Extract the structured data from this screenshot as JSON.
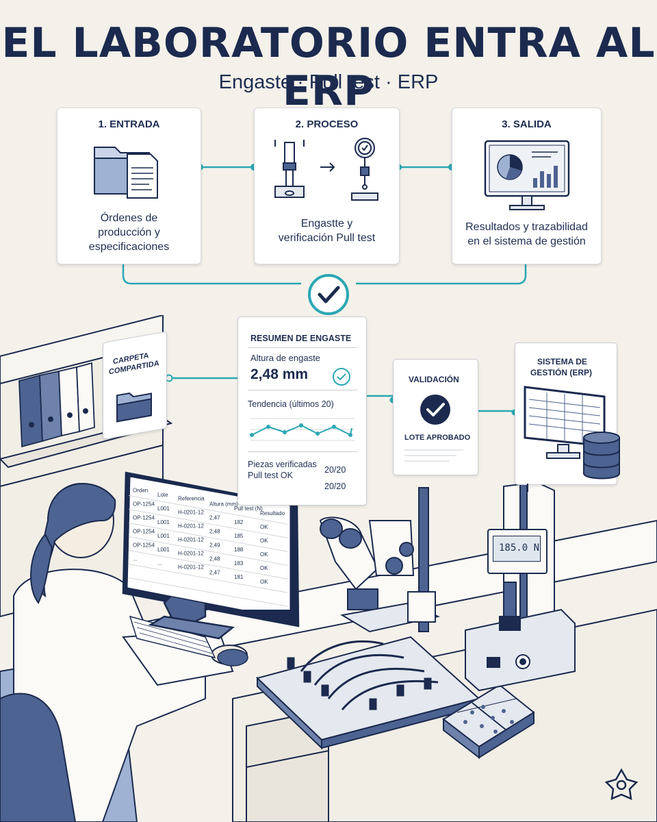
{
  "header": {
    "title": "EL LABORATORIO ENTRA AL ERP",
    "subtitle": "Engaste · Pull test · ERP"
  },
  "steps": [
    {
      "title": "1. ENTRADA",
      "lines": [
        "Órdenes de",
        "producción y",
        "especificaciones"
      ],
      "icon": "folder-document-icon"
    },
    {
      "title": "2. PROCESO",
      "lines": [
        "Engastte y",
        "verificación Pull test"
      ],
      "icon": "crimp-pull-test-icon"
    },
    {
      "title": "3. SALIDA",
      "lines": [
        "Resultados y trazabilidad",
        "en el sistema de gestión"
      ],
      "icon": "monitor-charts-icon"
    }
  ],
  "folder_card": {
    "title_line1": "CARPETA",
    "title_line2": "COMPARTIDA",
    "icon": "folder-icon"
  },
  "summary": {
    "title": "RESUMEN DE ENGASTE",
    "height_label": "Altura de engaste",
    "height_value": "2,48 mm",
    "trend_label": "Tendencia (últimos 20)",
    "pieces_label": "Piezas verificadas",
    "pieces_value": "20/20",
    "pull_label": "Pull test OK",
    "pull_value": "20/20"
  },
  "validation": {
    "title": "VALIDACIÓN",
    "status": "LOTE APROBADO",
    "icon": "check-circle-icon"
  },
  "erp": {
    "title_line1": "SISTEMA DE",
    "title_line2": "GESTIÓN (ERP)",
    "icon": "database-icon"
  },
  "gauge": {
    "reading": "185.0 N"
  },
  "table": {
    "columns": [
      "Orden",
      "Lote",
      "Referencia",
      "Altura (mm)",
      "Pull test (N)",
      "Resultado"
    ],
    "rows": [
      [
        "OP-1254",
        "L001",
        "H-0201-12",
        "2,47",
        "182",
        "OK"
      ],
      [
        "OP-1254",
        "L001",
        "H-0201-12",
        "2,48",
        "185",
        "OK"
      ],
      [
        "OP-1254",
        "L001",
        "H-0201-12",
        "2,49",
        "188",
        "OK"
      ],
      [
        "OP-1254",
        "L001",
        "H-0201-12",
        "2,48",
        "183",
        "OK"
      ],
      [
        "...",
        "...",
        "H-0201-12",
        "2,47",
        "181",
        "OK"
      ]
    ]
  },
  "colors": {
    "navy": "#1b2a4e",
    "teal": "#2aa8b3",
    "slate": "#4d6391",
    "paper": "#f4f1ea"
  }
}
